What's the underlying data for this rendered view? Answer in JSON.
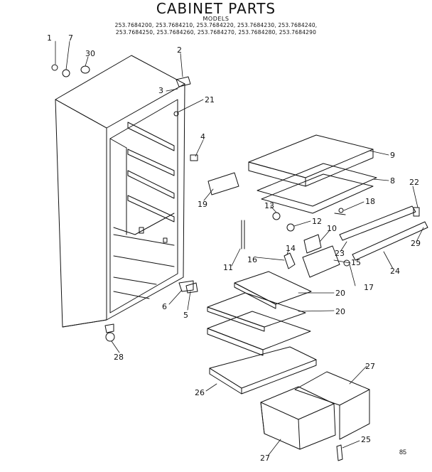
{
  "header": {
    "title": "CABINET PARTS",
    "subtitle": "MODELS",
    "models_line1": "253.7684200, 253.7684210, 253.7684220, 253.7684230, 253.7684240,",
    "models_line2": "253.7684250, 253.7684260, 253.7684270, 253.7684280, 253.7684290"
  },
  "callouts": {
    "p1": "1",
    "p7": "7",
    "p30": "30",
    "p2": "2",
    "p3": "3",
    "p21": "21",
    "p4": "4",
    "p19": "19",
    "p9": "9",
    "p8": "8",
    "p22": "22",
    "p18": "18",
    "p13": "13",
    "p12": "12",
    "p10": "10",
    "p14": "14",
    "p16": "16",
    "p11": "11",
    "p15": "15",
    "p23": "23",
    "p29": "29",
    "p24": "24",
    "p17": "17",
    "p20a": "20",
    "p20b": "20",
    "p6": "6",
    "p5": "5",
    "p28": "28",
    "p26": "26",
    "p27a": "27",
    "p27b": "27",
    "p25": "25"
  },
  "page_code": "85",
  "colors": {
    "ink": "#111111",
    "paper": "#ffffff"
  }
}
